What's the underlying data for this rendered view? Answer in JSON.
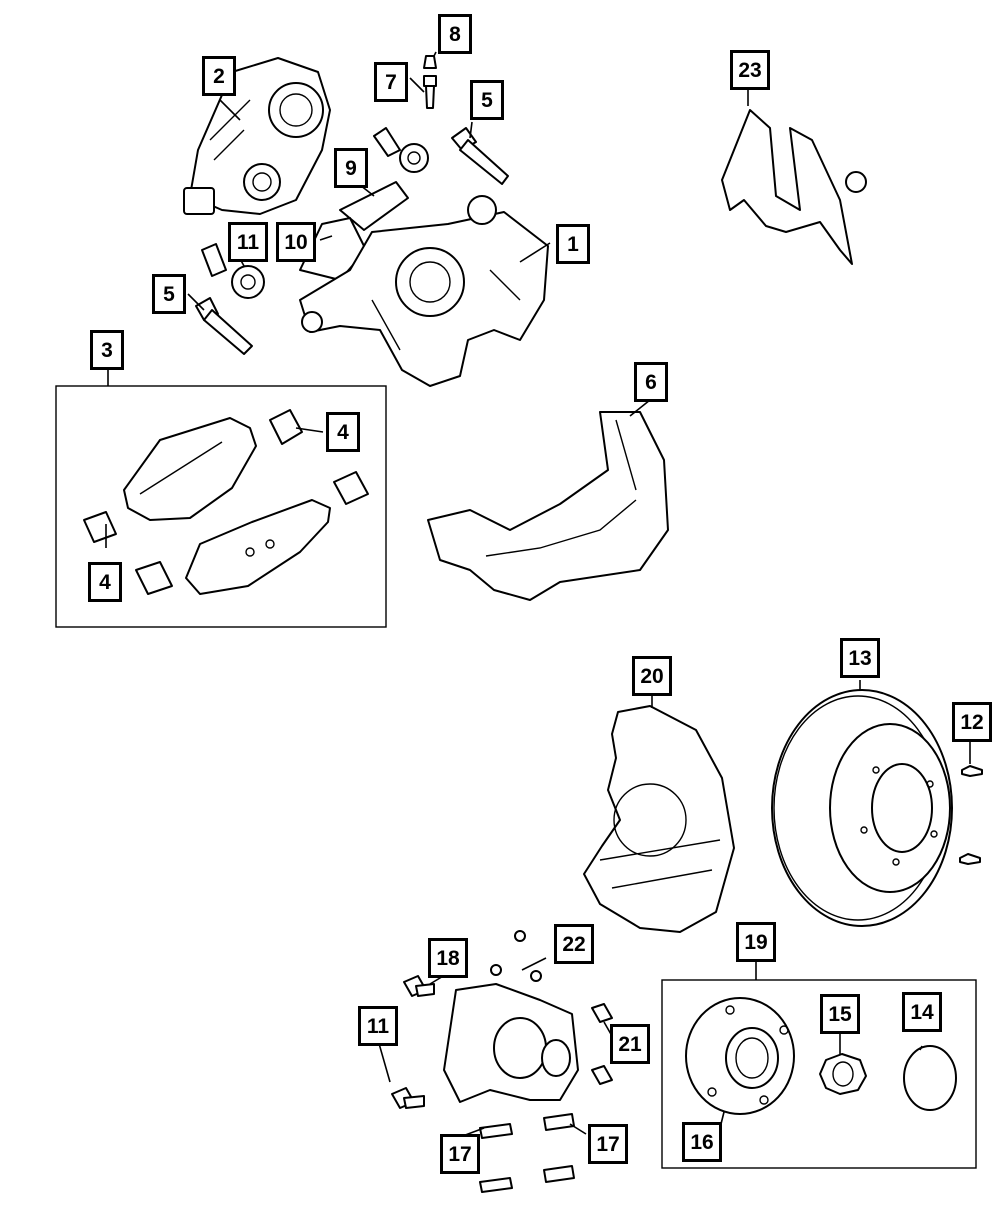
{
  "callouts": {
    "c1": "1",
    "c2": "2",
    "c3": "3",
    "c4a": "4",
    "c4b": "4",
    "c5a": "5",
    "c5b": "5",
    "c6": "6",
    "c7": "7",
    "c8": "8",
    "c9": "9",
    "c10": "10",
    "c11a": "11",
    "c11b": "11",
    "c12": "12",
    "c13": "13",
    "c14": "14",
    "c15": "15",
    "c16": "16",
    "c17a": "17",
    "c17b": "17",
    "c18": "18",
    "c19": "19",
    "c20": "20",
    "c21": "21",
    "c22": "22",
    "c23": "23"
  },
  "colors": {
    "line": "#000000",
    "background": "#ffffff"
  }
}
